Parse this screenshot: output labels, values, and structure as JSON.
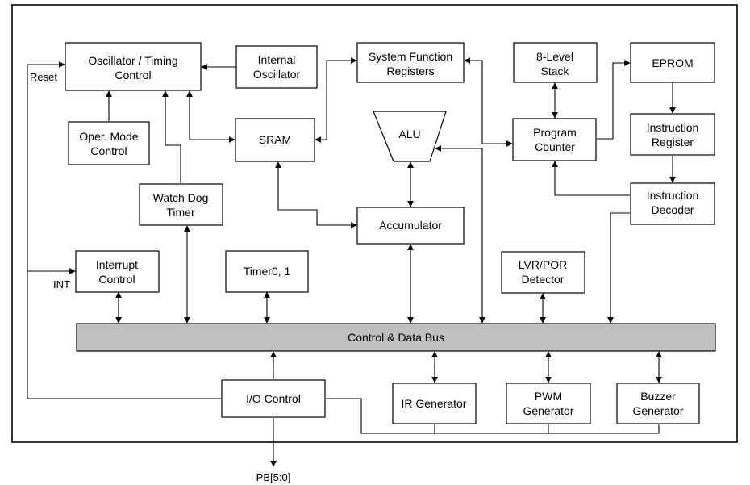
{
  "blocks": {
    "oscillator": [
      "Oscillator / Timing",
      "Control"
    ],
    "internal_osc": [
      "Internal",
      "Oscillator"
    ],
    "sfr": [
      "System Function",
      "Registers"
    ],
    "stack": [
      "8-Level",
      "Stack"
    ],
    "eprom": [
      "EPROM"
    ],
    "oper_mode": [
      "Oper. Mode",
      "Control"
    ],
    "sram": [
      "SRAM"
    ],
    "alu": [
      "ALU"
    ],
    "program_counter": [
      "Program",
      "Counter"
    ],
    "instruction_register": [
      "Instruction",
      "Register"
    ],
    "watchdog": [
      "Watch Dog",
      "Timer"
    ],
    "instruction_decoder": [
      "Instruction",
      "Decoder"
    ],
    "accumulator": [
      "Accumulator"
    ],
    "interrupt": [
      "Interrupt",
      "Control"
    ],
    "timer": [
      "Timer0, 1"
    ],
    "lvr": [
      "LVR/POR",
      "Detector"
    ],
    "bus": [
      "Control & Data Bus"
    ],
    "io": [
      "I/O Control"
    ],
    "ir": [
      "IR Generator"
    ],
    "pwm": [
      "PWM",
      "Generator"
    ],
    "buzzer": [
      "Buzzer",
      "Generator"
    ]
  },
  "signals": {
    "reset": "Reset",
    "int": "INT",
    "pb": "PB[5:0]"
  }
}
